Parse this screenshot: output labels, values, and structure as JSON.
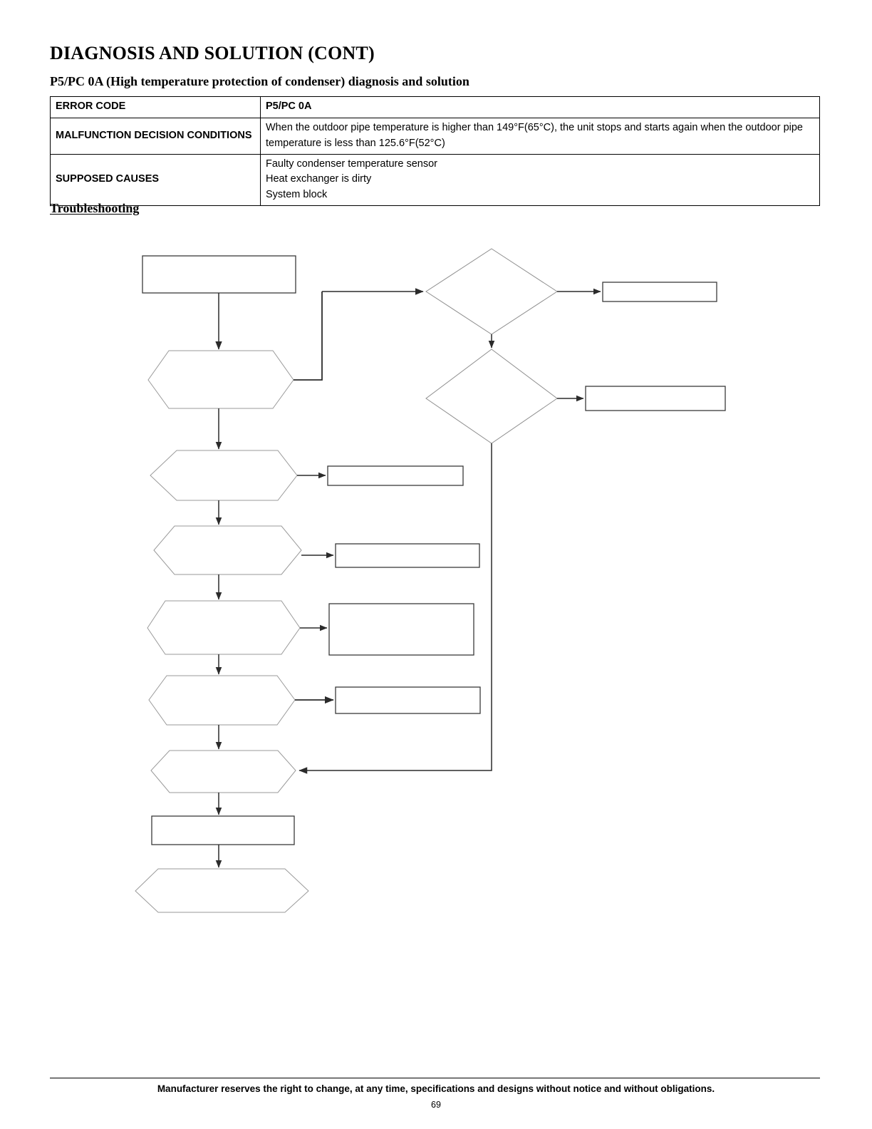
{
  "document": {
    "title": "DIAGNOSIS AND SOLUTION (CONT)",
    "section_subtitle": "P5/PC 0A (High temperature protection of condenser) diagnosis and solution",
    "troubleshooting_heading": "Troubleshooting"
  },
  "spec_table": {
    "rows": [
      {
        "label": "ERROR CODE",
        "value": "P5/PC 0A",
        "value_bold": true
      },
      {
        "label": "MALFUNCTION DECISION CONDITIONS",
        "value": "When the outdoor pipe temperature is higher than 149°F(65°C), the unit stops and starts again when the outdoor pipe temperature is less than 125.6°F(52°C)",
        "value_bold": false
      },
      {
        "label": "SUPPOSED CAUSES",
        "causes": [
          "Faulty condenser temperature sensor",
          "Heat exchanger is dirty",
          "System block"
        ],
        "value_bold": false
      }
    ]
  },
  "flowchart": {
    "nodes": [
      {
        "id": "start-box",
        "shape": "rectangle",
        "label": ""
      },
      {
        "id": "decision-1",
        "shape": "diamond",
        "label": ""
      },
      {
        "id": "result-1",
        "shape": "rectangle",
        "label": ""
      },
      {
        "id": "decision-2",
        "shape": "diamond",
        "label": ""
      },
      {
        "id": "result-2",
        "shape": "rectangle",
        "label": ""
      },
      {
        "id": "check-step-1",
        "shape": "hexagon",
        "label": ""
      },
      {
        "id": "check-step-2",
        "shape": "hexagon",
        "label": ""
      },
      {
        "id": "result-3",
        "shape": "rectangle",
        "label": ""
      },
      {
        "id": "check-step-3",
        "shape": "hexagon",
        "label": ""
      },
      {
        "id": "result-4",
        "shape": "rectangle",
        "label": ""
      },
      {
        "id": "check-step-4",
        "shape": "hexagon",
        "label": ""
      },
      {
        "id": "result-5",
        "shape": "rectangle",
        "label": ""
      },
      {
        "id": "check-step-5",
        "shape": "hexagon",
        "label": ""
      },
      {
        "id": "result-6",
        "shape": "rectangle",
        "label": ""
      },
      {
        "id": "merge-step",
        "shape": "hexagon",
        "label": ""
      },
      {
        "id": "action-box",
        "shape": "rectangle",
        "label": ""
      },
      {
        "id": "end-step",
        "shape": "hexagon",
        "label": ""
      }
    ],
    "colors": {
      "stroke_dark": "#2b2b2b",
      "stroke_light": "#9a9a9a"
    }
  },
  "footer": {
    "notice": "Manufacturer reserves the right to change, at any time, specifications and designs without notice and without obligations.",
    "page_number": "69"
  }
}
